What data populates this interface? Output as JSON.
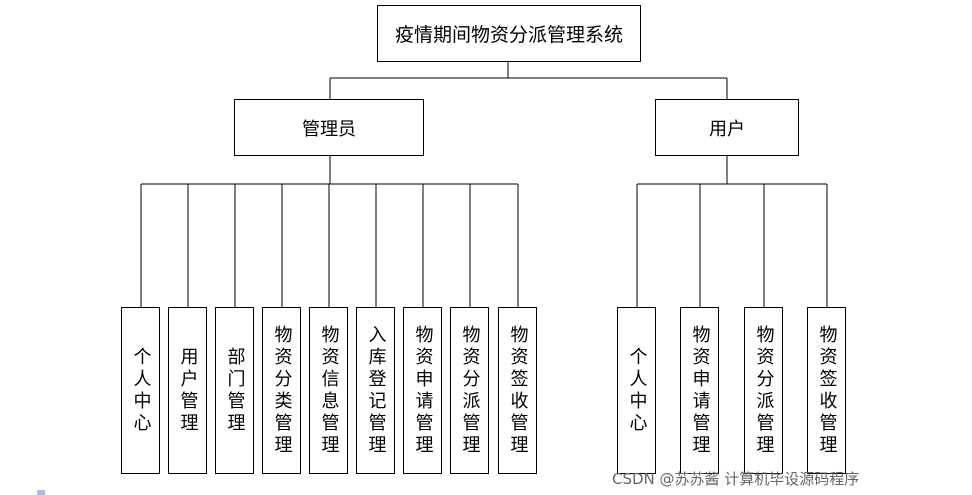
{
  "root": {
    "label": "疫情期间物资分派管理系统"
  },
  "admin": {
    "label": "管理员",
    "children": [
      "个人中心",
      "用户管理",
      "部门管理",
      "物资分类管理",
      "物资信息管理",
      "入库登记管理",
      "物资申请管理",
      "物资分派管理",
      "物资签收管理"
    ]
  },
  "user": {
    "label": "用户",
    "children": [
      "个人中心",
      "物资申请管理",
      "物资分派管理",
      "物资签收管理"
    ]
  },
  "watermark": "CSDN @苏苏酱   计算机毕设源码程序"
}
